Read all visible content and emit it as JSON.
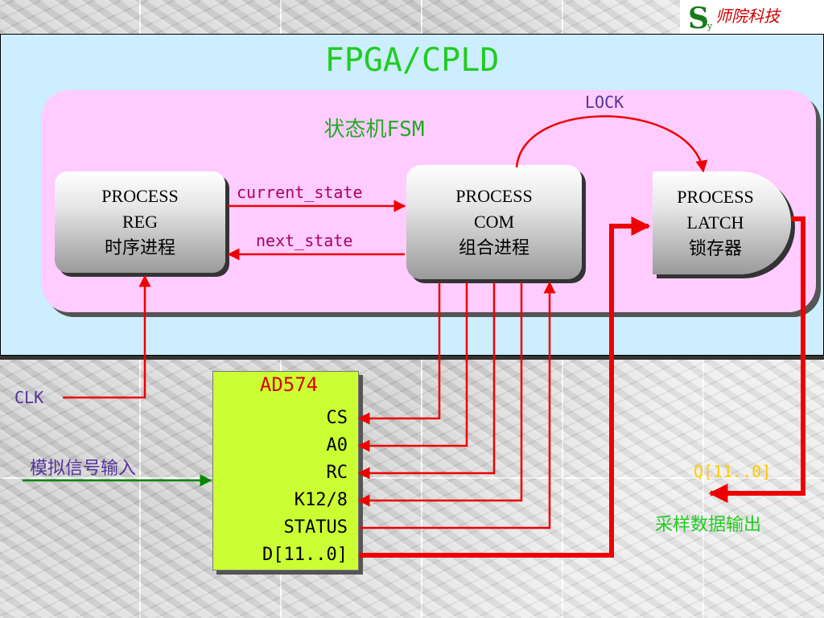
{
  "logo": {
    "letter": "S",
    "sub": "y",
    "text": "师院科技"
  },
  "title": "FPGA/CPLD",
  "fsm_title": "状态机FSM",
  "processes": {
    "reg": {
      "line1": "PROCESS",
      "line2": "REG",
      "line3": "时序进程"
    },
    "com": {
      "line1": "PROCESS",
      "line2": "COM",
      "line3": "组合进程"
    },
    "latch": {
      "line1": "PROCESS",
      "line2": "LATCH",
      "line3": "锁存器"
    }
  },
  "signals": {
    "current_state": "current_state",
    "next_state": "next_state",
    "lock": "LOCK",
    "clk": "CLK",
    "analog_in": "模拟信号输入",
    "q_out": "Q[11..0]",
    "data_out": "采样数据输出"
  },
  "chip": {
    "name": "AD574",
    "pins": [
      "CS",
      "A0",
      "RC",
      "K12/8",
      "STATUS",
      "D[11..0]"
    ]
  },
  "colors": {
    "wire": "#ee0000",
    "analog_arrow": "#008800",
    "title": "#22cc22",
    "signal_text": "#aa0066",
    "lock_text": "#553399",
    "q_text": "#ffcc00",
    "data_out_text": "#22cc22"
  }
}
